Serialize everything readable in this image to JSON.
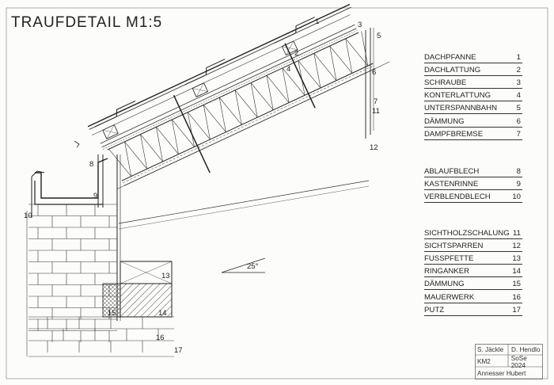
{
  "title": "TRAUFDETAIL M1:5",
  "angle_label": "25°",
  "legend_groups": [
    {
      "items": [
        {
          "label": "DACHPFANNE",
          "number": "1"
        },
        {
          "label": "DACHLATTUNG",
          "number": "2"
        },
        {
          "label": "SCHRAUBE",
          "number": "3"
        },
        {
          "label": "KONTERLATTUNG",
          "number": "4"
        },
        {
          "label": "UNTERSPANNBAHN",
          "number": "5"
        },
        {
          "label": "DÄMMUNG",
          "number": "6"
        },
        {
          "label": "DAMPFBREMSE",
          "number": "7"
        }
      ]
    },
    {
      "items": [
        {
          "label": "ABLAUFBLECH",
          "number": "8"
        },
        {
          "label": "KASTENRINNE",
          "number": "9"
        },
        {
          "label": "VERBLENDBLECH",
          "number": "10"
        }
      ]
    },
    {
      "items": [
        {
          "label": "SICHTHOLZSCHALUNG",
          "number": "11"
        },
        {
          "label": "SICHTSPARREN",
          "number": "12"
        },
        {
          "label": "FUSSPFETTE",
          "number": "13"
        },
        {
          "label": "RINGANKER",
          "number": "14"
        },
        {
          "label": "DÄMMUNG",
          "number": "15"
        },
        {
          "label": "MAUERWERK",
          "number": "16"
        },
        {
          "label": "PUTZ",
          "number": "17"
        }
      ]
    }
  ],
  "callouts": [
    "1",
    "2",
    "3",
    "4",
    "5",
    "6",
    "7",
    "8",
    "9",
    "10",
    "11",
    "12",
    "13",
    "14",
    "15",
    "16",
    "17"
  ],
  "title_block": {
    "author_1": "S. Jäckle",
    "author_2": "D. Hendlo",
    "course": "KM2",
    "semester": "SoSe 2024",
    "advisor": "Annesser Hubert"
  }
}
